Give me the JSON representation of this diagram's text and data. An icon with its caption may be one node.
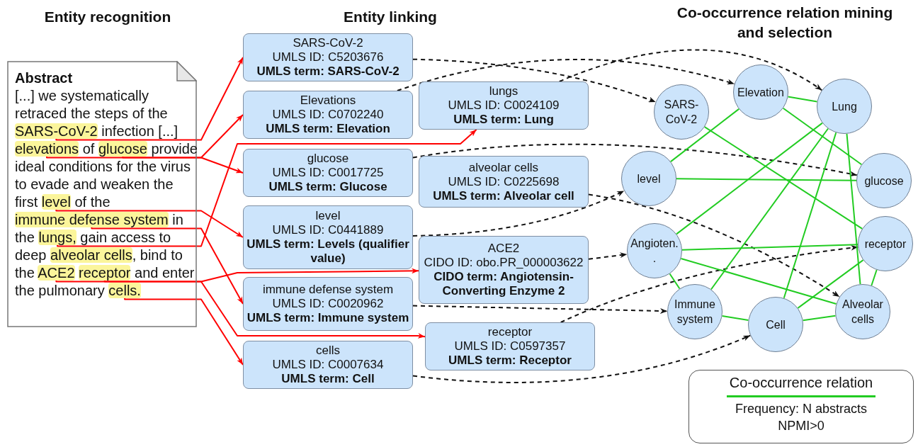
{
  "diagram": {
    "nodes": [
      {
        "text": [
          "Abstract"
        ]
      },
      {
        "text": [
          "SARS-CoV-2"
        ],
        "in": 0
      },
      {
        "text": [
          "elevations"
        ],
        "in": 0
      },
      {
        "text": [
          "glucose"
        ],
        "in": 0
      },
      {
        "text": [
          "level"
        ],
        "in": 0
      },
      {
        "text": [
          "immune defense system"
        ],
        "in": 0
      },
      {
        "text": [
          "lungs,"
        ],
        "in": 0
      },
      {
        "text": [
          "alveolar cells"
        ],
        "in": 0
      },
      {
        "text": [
          "ACE2"
        ],
        "in": 0
      },
      {
        "text": [
          "receptor"
        ],
        "in": 0
      },
      {
        "text": [
          "cells."
        ],
        "in": 0
      },
      {
        "text": [
          "SARS-CoV-2",
          "UMLS ID: C5203676",
          "UMLS term: SARS-CoV-2"
        ]
      },
      {
        "text": [
          "Elevations",
          "UMLS ID: C0702240",
          "UMLS term: Elevation"
        ]
      },
      {
        "text": [
          "lungs",
          "UMLS ID: C0024109",
          "UMLS term: Lung"
        ]
      },
      {
        "text": [
          "glucose",
          "UMLS ID: C0017725",
          "UMLS term: Glucose"
        ]
      },
      {
        "text": [
          "alveolar cells",
          "UMLS ID: C0225698",
          "UMLS term: Alveolar cell"
        ]
      },
      {
        "text": [
          "level",
          "UMLS ID: C0441889",
          "UMLS term: Levels (qualifier value)"
        ]
      },
      {
        "text": [
          "ACE2",
          "CIDO ID: obo.PR_000003622",
          "CIDO term: Angiotensin-Converting Enzyme 2"
        ]
      },
      {
        "text": [
          "immune defense system",
          "UMLS ID: C0020962",
          "UMLS term: Immune system"
        ]
      },
      {
        "text": [
          "receptor",
          "UMLS ID: C0597357",
          "UMLS term: Receptor"
        ]
      },
      {
        "text": [
          "cells",
          "UMLS ID: C0007634",
          "UMLS term: Cell"
        ]
      },
      {
        "text": [
          "SARS-CoV-2"
        ]
      },
      {
        "text": [
          "Elevation"
        ]
      },
      {
        "text": [
          "Lung"
        ]
      },
      {
        "text": [
          "level"
        ]
      },
      {
        "text": [
          "glucose"
        ]
      },
      {
        "text": [
          "Angioten.."
        ]
      },
      {
        "text": [
          "receptor"
        ]
      },
      {
        "text": [
          "Immune system"
        ]
      },
      {
        "text": [
          "Cell"
        ]
      },
      {
        "text": [
          "Alveolar cells"
        ]
      }
    ],
    "edges": [
      {
        "from": 1,
        "to": 11,
        "arrow": "to",
        "color": "#ff0000"
      },
      {
        "from": 2,
        "to": 12,
        "arrow": "to",
        "color": "#ff0000"
      },
      {
        "from": 3,
        "to": 14,
        "arrow": "to",
        "color": "#ff0000"
      },
      {
        "from": 4,
        "to": 16,
        "arrow": "to",
        "color": "#ff0000"
      },
      {
        "from": 5,
        "to": 18,
        "arrow": "to",
        "color": "#ff0000"
      },
      {
        "from": 6,
        "to": 13,
        "arrow": "to",
        "color": "#ff0000"
      },
      {
        "from": 8,
        "to": 17,
        "arrow": "to",
        "color": "#ff0000"
      },
      {
        "from": 9,
        "to": 19,
        "arrow": "to",
        "color": "#ff0000"
      },
      {
        "from": 10,
        "to": 20,
        "arrow": "to",
        "color": "#ff0000"
      },
      {
        "from": 11,
        "to": 21,
        "arrow": "to",
        "style": "dashed",
        "color": "#111111"
      },
      {
        "from": 12,
        "to": 22,
        "arrow": "to",
        "style": "dashed",
        "color": "#111111"
      },
      {
        "from": 13,
        "to": 23,
        "arrow": "to",
        "style": "dashed",
        "color": "#111111"
      },
      {
        "from": 14,
        "to": 25,
        "arrow": "to",
        "style": "dashed",
        "color": "#111111"
      },
      {
        "from": 15,
        "to": 30,
        "arrow": "to",
        "style": "dashed",
        "color": "#111111"
      },
      {
        "from": 16,
        "to": 24,
        "arrow": "to",
        "style": "dashed",
        "color": "#111111"
      },
      {
        "from": 17,
        "to": 26,
        "arrow": "to",
        "style": "dashed",
        "color": "#111111"
      },
      {
        "from": 18,
        "to": 28,
        "arrow": "to",
        "style": "dashed",
        "color": "#111111"
      },
      {
        "from": 19,
        "to": 27,
        "arrow": "to",
        "style": "dashed",
        "color": "#111111"
      },
      {
        "from": 20,
        "to": 29,
        "arrow": "to",
        "style": "dashed",
        "color": "#111111"
      },
      {
        "from": 22,
        "to": 23,
        "arrow": "none",
        "color": "#22cc22"
      },
      {
        "from": 22,
        "to": 25,
        "arrow": "none",
        "color": "#22cc22"
      },
      {
        "from": 21,
        "to": 27,
        "arrow": "none",
        "color": "#22cc22"
      },
      {
        "from": 22,
        "to": 24,
        "arrow": "none",
        "color": "#22cc22"
      },
      {
        "from": 24,
        "to": 25,
        "arrow": "none",
        "color": "#22cc22"
      },
      {
        "from": 23,
        "to": 26,
        "arrow": "none",
        "color": "#22cc22"
      },
      {
        "from": 23,
        "to": 28,
        "arrow": "none",
        "color": "#22cc22"
      },
      {
        "from": 23,
        "to": 29,
        "arrow": "none",
        "color": "#22cc22"
      },
      {
        "from": 23,
        "to": 30,
        "arrow": "none",
        "color": "#22cc22"
      },
      {
        "from": 26,
        "to": 27,
        "arrow": "none",
        "color": "#22cc22"
      },
      {
        "from": 26,
        "to": 30,
        "arrow": "none",
        "color": "#22cc22"
      },
      {
        "from": 26,
        "to": 28,
        "arrow": "none",
        "color": "#22cc22"
      },
      {
        "from": 28,
        "to": 29,
        "arrow": "none",
        "color": "#22cc22"
      },
      {
        "from": 29,
        "to": 30,
        "arrow": "none",
        "color": "#22cc22"
      },
      {
        "from": 29,
        "to": 27,
        "arrow": "none",
        "color": "#22cc22"
      },
      {
        "from": 27,
        "to": 30,
        "arrow": "none",
        "color": "#22cc22"
      }
    ],
    "labels": [
      "Entity recognition",
      "Entity linking",
      "Co-occurrence relation mining and selection",
      "[...] we systematically retraced the steps of the",
      "infection [...]",
      "of",
      "provide ideal conditions for the virus to evade and weaken the first",
      "of the",
      "in the",
      "gain access to deep",
      ", bind to the",
      "and enter the pulmonary",
      "Frequency: N abstracts",
      "NPMI>0"
    ],
    "legend": [
      {
        "text": "Co-occurrence relation"
      }
    ]
  }
}
